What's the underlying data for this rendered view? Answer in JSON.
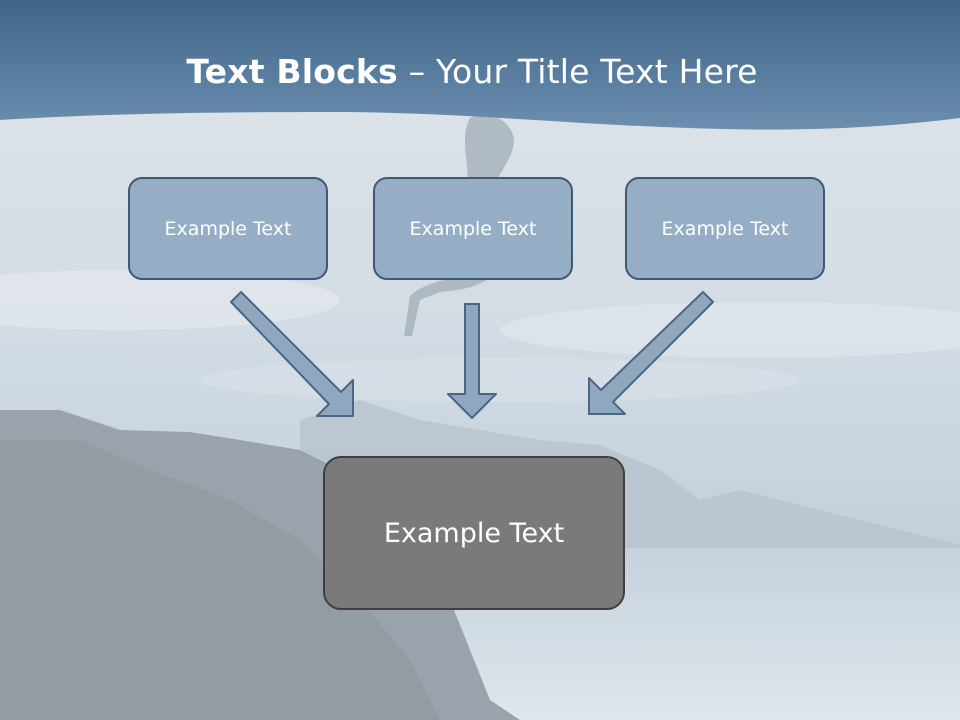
{
  "title": {
    "bold": "Text Blocks",
    "dash": " – ",
    "rest": "Your Title Text Here"
  },
  "blocks": [
    {
      "label": "Example Text"
    },
    {
      "label": "Example Text"
    },
    {
      "label": "Example Text"
    }
  ],
  "result_block": {
    "label": "Example Text"
  },
  "colors": {
    "header_band": "#4f7599",
    "block_fill": "#95adc5",
    "block_border": "#3e5875",
    "result_fill": "#7a7a7a",
    "result_border": "#3f3f3f",
    "arrow_fill": "#8fa8bf",
    "arrow_stroke": "#4a6682"
  }
}
